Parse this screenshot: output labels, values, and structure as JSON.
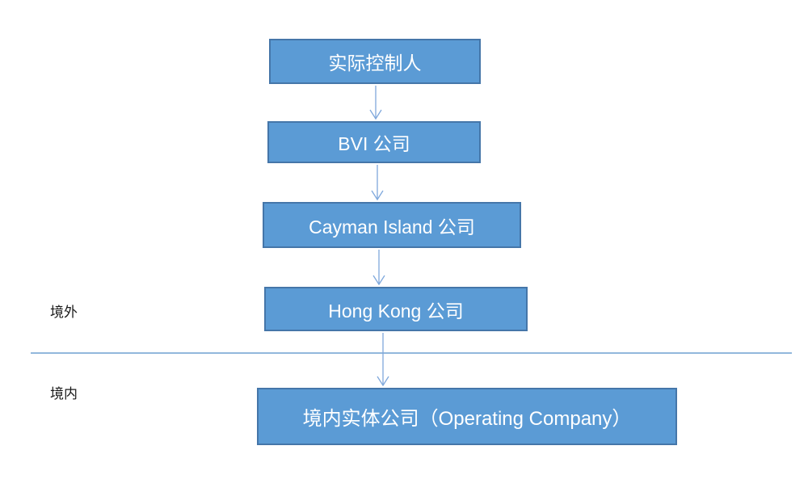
{
  "diagram": {
    "type": "flowchart",
    "description": "Offshore holding structure chart (red-chip / VIE style) from actual controller down to onshore operating company",
    "nodes": [
      {
        "id": "actual-controller",
        "label": "实际控制人"
      },
      {
        "id": "bvi-company",
        "label": "BVI 公司"
      },
      {
        "id": "cayman-company",
        "label": "Cayman Island 公司"
      },
      {
        "id": "hongkong-company",
        "label": "Hong Kong 公司"
      },
      {
        "id": "operating-company",
        "label": "境内实体公司（Operating Company）"
      }
    ],
    "edges": [
      {
        "from": "actual-controller",
        "to": "bvi-company",
        "style": "open-arrow-down"
      },
      {
        "from": "bvi-company",
        "to": "cayman-company",
        "style": "open-arrow-down"
      },
      {
        "from": "cayman-company",
        "to": "hongkong-company",
        "style": "open-arrow-down"
      },
      {
        "from": "hongkong-company",
        "to": "operating-company",
        "style": "open-arrow-down"
      }
    ],
    "regions": {
      "offshore": "境外",
      "onshore": "境内"
    },
    "divider": {
      "meaning": "border between offshore (境外) and onshore (境内)"
    },
    "colors": {
      "node_fill": "#5b9bd5",
      "node_border": "#4576a9",
      "node_text": "#ffffff",
      "arrow": "#7fa8dc",
      "divider": "#6fa0d0",
      "region_text": "#1a1a1a"
    }
  }
}
